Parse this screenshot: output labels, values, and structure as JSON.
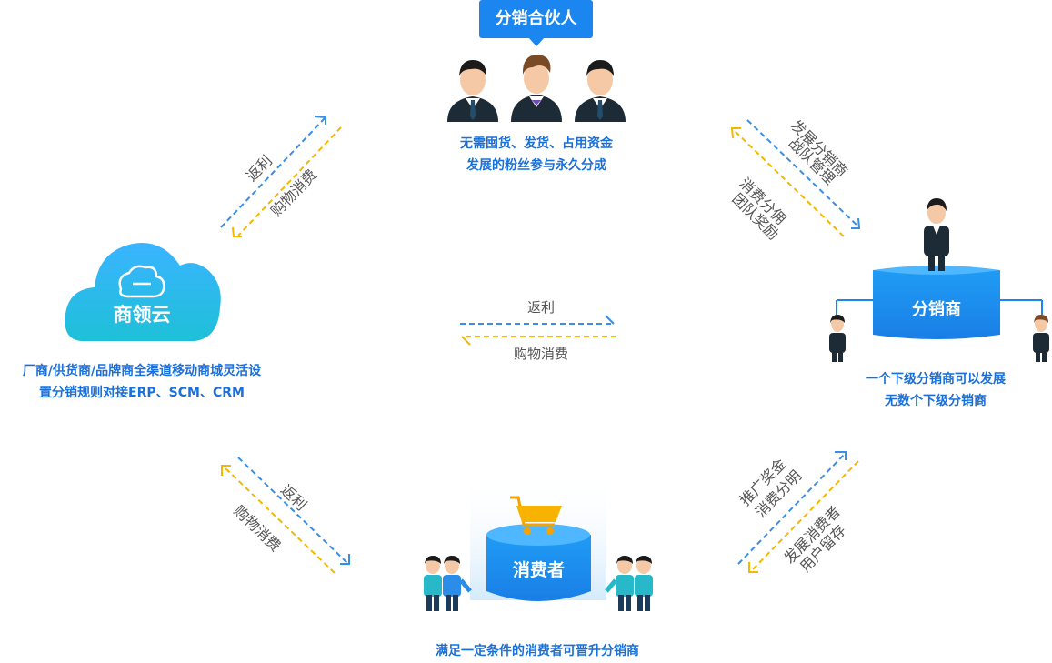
{
  "partner": {
    "badge": "分销合伙人",
    "desc_line1": "无需囤货、发货、占用资金",
    "desc_line2": "发展的粉丝参与永久分成"
  },
  "cloud": {
    "name": "商领云",
    "desc_line1": "厂商/供货商/品牌商全渠道移动商城灵活设",
    "desc_line2": "置分销规则对接ERP、SCM、CRM"
  },
  "distributor": {
    "name": "分销商",
    "desc_line1": "一个下级分销商可以发展",
    "desc_line2": "无数个下级分销商"
  },
  "consumer": {
    "name": "消费者",
    "desc": "满足一定条件的消费者可晋升分销商"
  },
  "links": {
    "top_left_a": "返利",
    "top_left_b": "购物消费",
    "center_a": "返利",
    "center_b": "购物消费",
    "bottom_left_a": "返利",
    "bottom_left_b": "购物消费",
    "top_right_a1": "发展分销商",
    "top_right_a2": "战队管理",
    "top_right_b1": "消费分佣",
    "top_right_b2": "团队奖励",
    "bottom_right_a1": "推广奖金",
    "bottom_right_a2": "消费分明",
    "bottom_right_b1": "发展消费者",
    "bottom_right_b2": "用户留存"
  },
  "colors": {
    "primary_blue": "#1b86f0",
    "text_blue": "#1a6fd8",
    "arrow_blue": "#3a8ee6",
    "arrow_yellow": "#f5b800"
  }
}
